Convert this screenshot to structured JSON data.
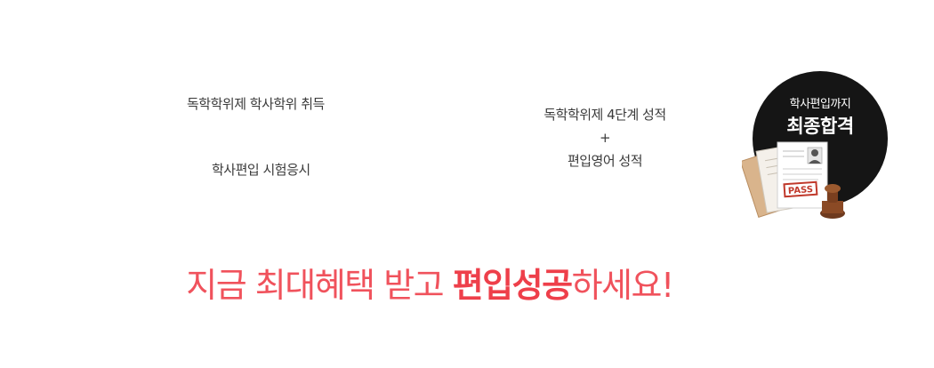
{
  "steps": {
    "step1": "독학학위제 학사학위 취득",
    "step2": "학사편입 시험응시"
  },
  "criteria": {
    "line1": "독학학위제 4단계 성적",
    "plus": "+",
    "line3": "편입영어 성적"
  },
  "badge": {
    "sub": "학사편입까지",
    "main": "최종합격",
    "stamp_text": "PASS",
    "background_color": "#151515"
  },
  "slogan": {
    "part1": "지금 최대혜택 받고 ",
    "strong": "편입성공",
    "part2": "하세요!",
    "color": "#f0525c"
  }
}
